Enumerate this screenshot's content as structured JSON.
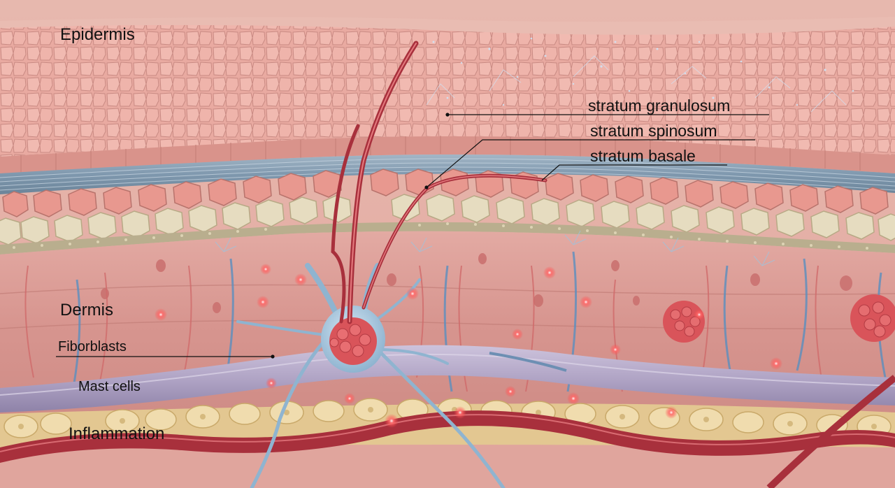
{
  "labels": {
    "epidermis": "Epidermis",
    "stratum_granulosum": "stratum granulosum",
    "stratum_spinosum": "stratum spinosum",
    "stratum_basale": "stratum basale",
    "dermis": "Dermis",
    "fibroblasts": "Fiborblasts",
    "mast_cells": "Mast cells",
    "inflammation": "Inflammation"
  },
  "colors": {
    "epidermis_pink": "#e8a49c",
    "collagen_blue": "#8aa3b8",
    "cell_cream": "#e6dcc0",
    "dermis_pink": "#d99a93",
    "vessel_lavender": "#b3a7c6",
    "nerve_blue": "#9ec3dc",
    "artery_red": "#a8303c",
    "fat_yellow": "#ecd6a6",
    "inflammation_red": "#ff4a4a"
  }
}
